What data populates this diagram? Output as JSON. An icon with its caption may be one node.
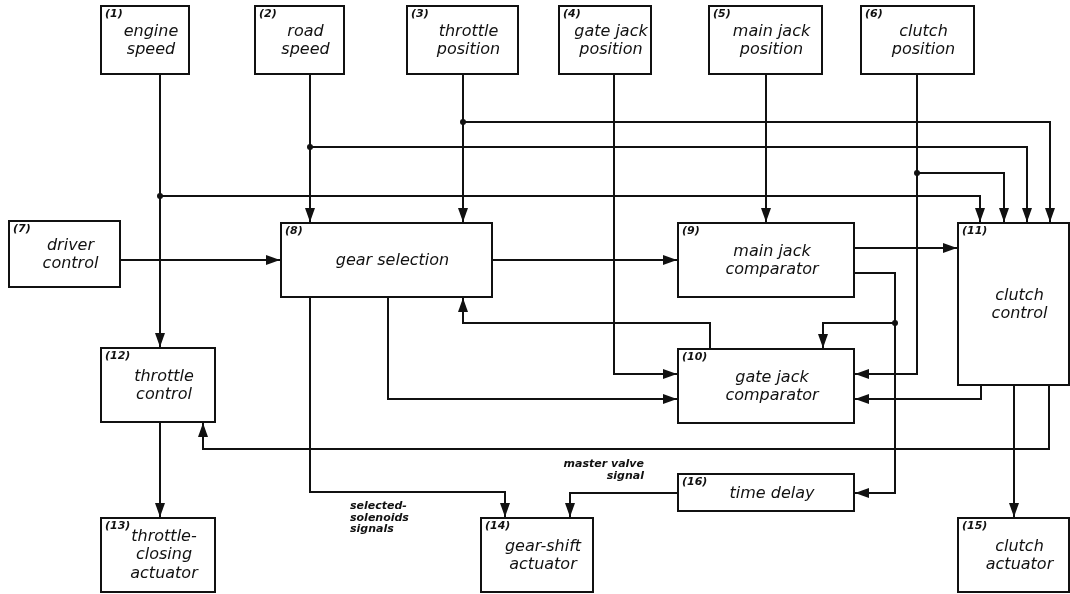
{
  "diagram": {
    "nodes": [
      {
        "text": [
          "(1)",
          "engine speed"
        ]
      },
      {
        "text": [
          "(2)",
          "road speed"
        ]
      },
      {
        "text": [
          "(3)",
          "throttle position"
        ]
      },
      {
        "text": [
          "(4)",
          "gate jack position"
        ]
      },
      {
        "text": [
          "(5)",
          "main jack position"
        ]
      },
      {
        "text": [
          "(6)",
          "clutch position"
        ]
      },
      {
        "text": [
          "(7)",
          "driver control"
        ]
      },
      {
        "text": [
          "(8)",
          "gear selection"
        ]
      },
      {
        "text": [
          "(9)",
          "main jack comparator"
        ]
      },
      {
        "text": [
          "(10)",
          "gate jack comparator"
        ]
      },
      {
        "text": [
          "(11)",
          "clutch control"
        ]
      },
      {
        "text": [
          "(12)",
          "throttle control"
        ]
      },
      {
        "text": [
          "(13)",
          "throttle-closing actuator"
        ]
      },
      {
        "text": [
          "(14)",
          "gear-shift actuator"
        ]
      },
      {
        "text": [
          "(15)",
          "clutch actuator"
        ]
      },
      {
        "text": [
          "(16)",
          "time delay"
        ]
      }
    ],
    "edges": [
      {
        "from": 0,
        "to": 11,
        "arrow": "to"
      },
      {
        "from": 0,
        "to": 10,
        "arrow": "to"
      },
      {
        "from": 1,
        "to": 7,
        "arrow": "to"
      },
      {
        "from": 1,
        "to": 10,
        "arrow": "to"
      },
      {
        "from": 2,
        "to": 7,
        "arrow": "to"
      },
      {
        "from": 2,
        "to": 10,
        "arrow": "to"
      },
      {
        "from": 3,
        "to": 9,
        "arrow": "to"
      },
      {
        "from": 4,
        "to": 8,
        "arrow": "to"
      },
      {
        "from": 5,
        "to": 10,
        "arrow": "to"
      },
      {
        "from": 5,
        "to": 9,
        "arrow": "to"
      },
      {
        "from": 6,
        "to": 7,
        "arrow": "to"
      },
      {
        "from": 7,
        "to": 8,
        "arrow": "to"
      },
      {
        "from": 7,
        "to": 13,
        "arrow": "to",
        "label": "selected-solenoids signals"
      },
      {
        "from": 7,
        "to": 9,
        "arrow": "to"
      },
      {
        "from": 9,
        "to": 7,
        "arrow": "to"
      },
      {
        "from": 8,
        "to": 10,
        "arrow": "to"
      },
      {
        "from": 8,
        "to": 9,
        "arrow": "to"
      },
      {
        "from": 8,
        "to": 15,
        "arrow": "to"
      },
      {
        "from": 10,
        "to": 9,
        "arrow": "to"
      },
      {
        "from": 10,
        "to": 14,
        "arrow": "to"
      },
      {
        "from": 10,
        "to": 11,
        "arrow": "to"
      },
      {
        "from": 15,
        "to": 13,
        "arrow": "to",
        "label": "master valve signal"
      },
      {
        "from": 11,
        "to": 12,
        "arrow": "to"
      }
    ]
  }
}
